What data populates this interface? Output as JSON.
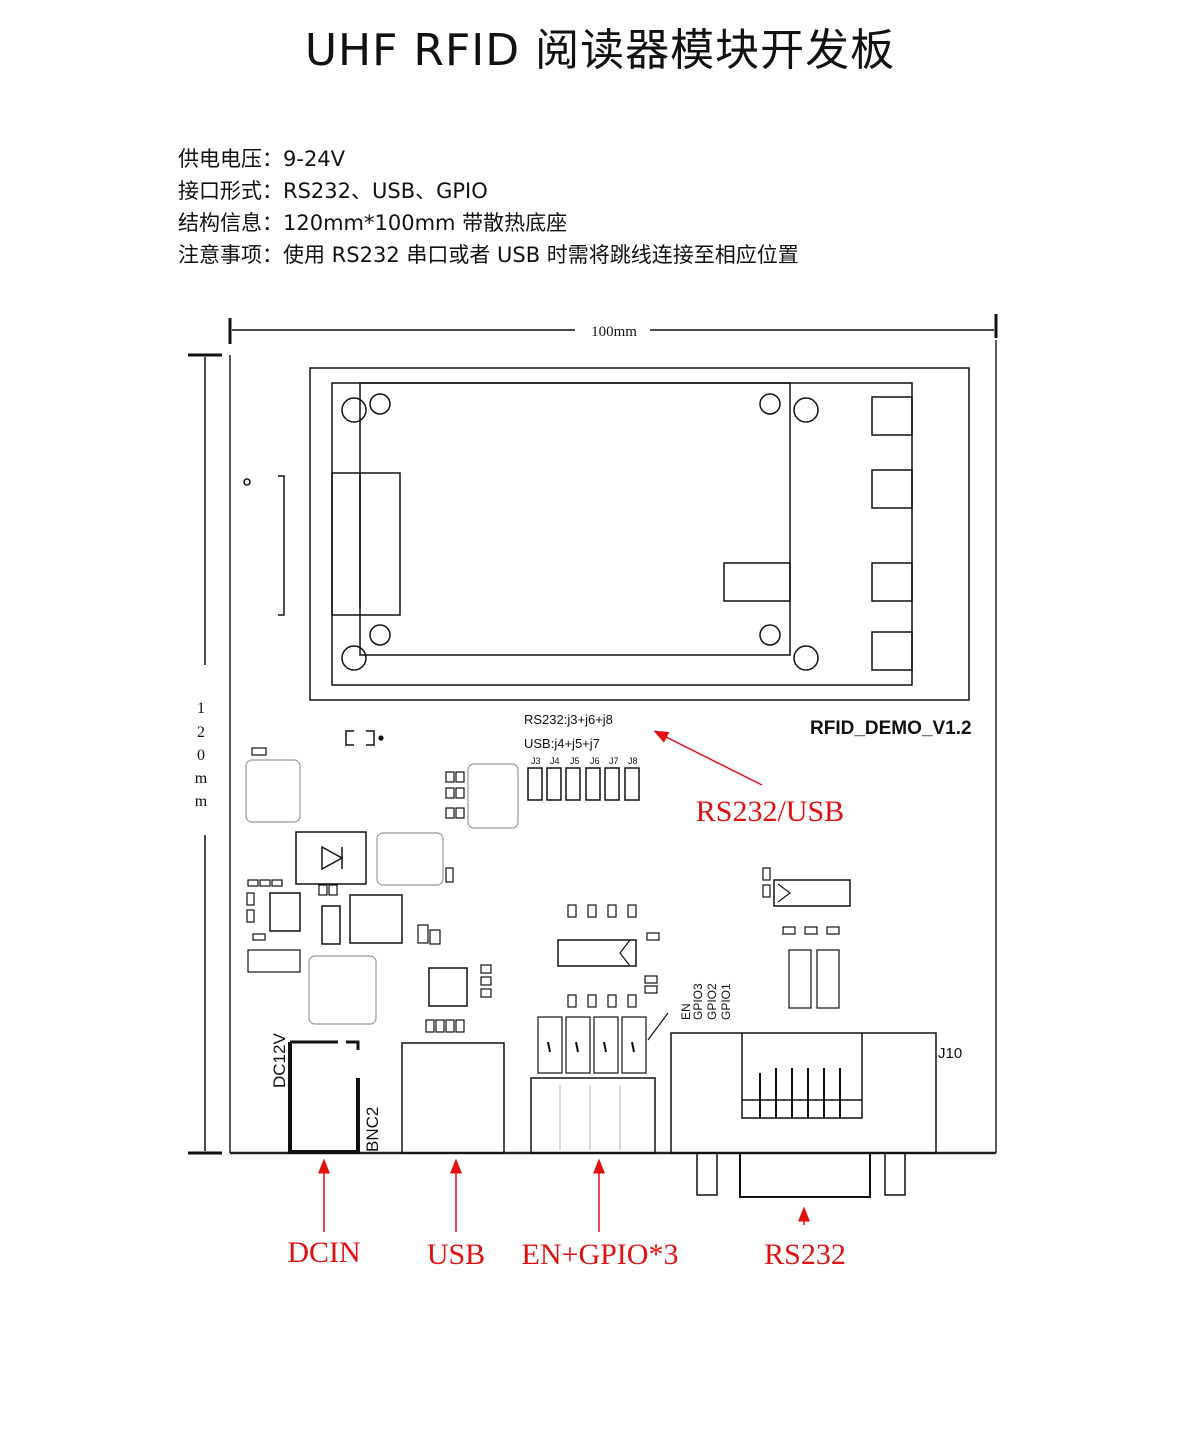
{
  "title": "UHF RFID 阅读器模块开发板",
  "specs": [
    {
      "label": "供电电压：",
      "value": "9-24V"
    },
    {
      "label": "接口形式：",
      "value": "RS232、USB、GPIO"
    },
    {
      "label": "结构信息：",
      "value": "120mm*100mm 带散热底座"
    },
    {
      "label": "注意事项：",
      "value": "使用 RS232 串口或者 USB 时需将跳线连接至相应位置"
    }
  ],
  "dimensions": {
    "width": "100mm",
    "height_chars": [
      "1",
      "2",
      "0",
      "m",
      "m"
    ]
  },
  "board": {
    "name": "RFID_DEMO_V1.2",
    "jumper_note_rs232": "RS232:j3+j6+j8",
    "jumper_note_usb": "USB:j4+j5+j7",
    "jumpers": [
      "J3",
      "J4",
      "J5",
      "J6",
      "J7",
      "J8"
    ],
    "gpio_labels": [
      "EN",
      "GPIO3",
      "GPIO2",
      "GPIO1"
    ],
    "dc_label": "DC12V",
    "bnc_label": "BNC2",
    "j10_label": "J10"
  },
  "callouts": {
    "rs232_usb": "RS232/USB",
    "dcin": "DCIN",
    "usb": "USB",
    "en_gpio": "EN+GPIO*3",
    "rs232": "RS232"
  },
  "colors": {
    "callout": "#e01010",
    "line": "#111111"
  }
}
